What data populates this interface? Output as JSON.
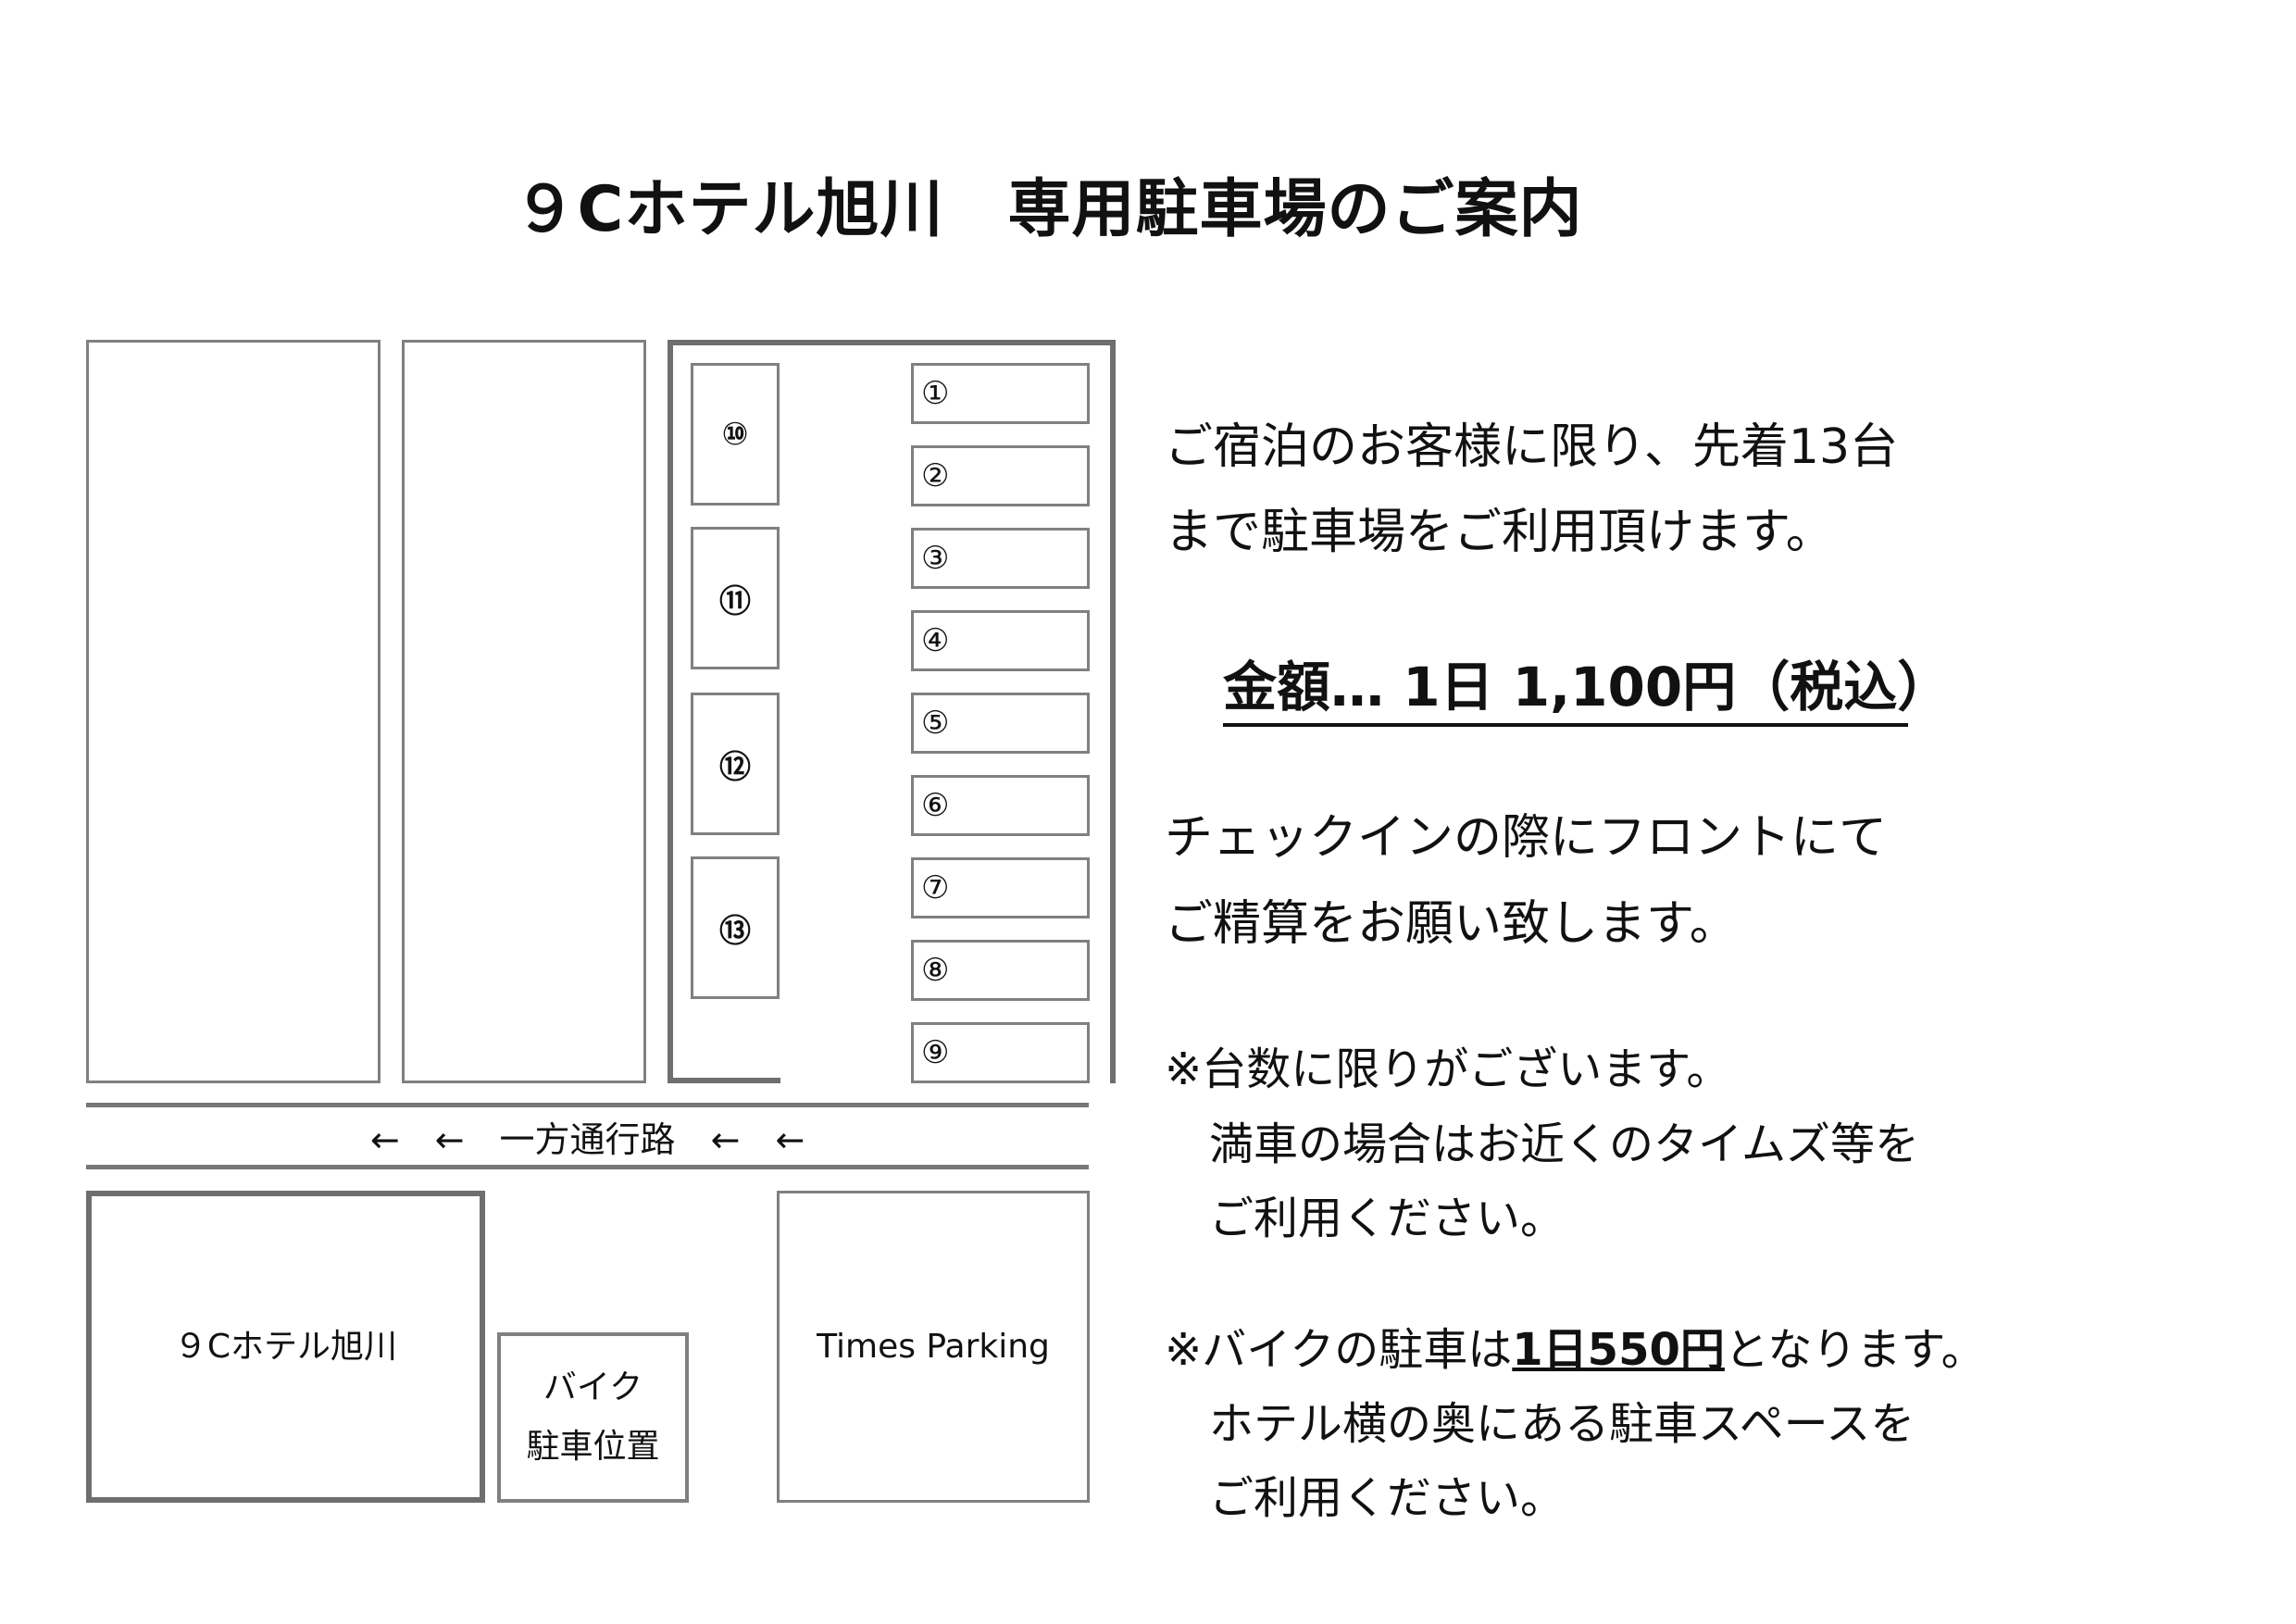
{
  "title": "９Cホテル旭川　専用駐車場のご案内",
  "map": {
    "spots_left": [
      "⑩",
      "⑪",
      "⑫",
      "⑬"
    ],
    "spots_right": [
      "①",
      "②",
      "③",
      "④",
      "⑤",
      "⑥",
      "⑦",
      "⑧",
      "⑨"
    ],
    "road_label": "←　←　一方通行路　←　←",
    "hotel_label": "９Cホテル旭川",
    "bike_label_1": "バイク",
    "bike_label_2": "駐車位置",
    "times_label": "Times Parking"
  },
  "info": {
    "line1": "ご宿泊のお客様に限り、先着13台",
    "line2": "まで駐車場をご利用頂けます。",
    "price": "金額… 1日 1,100円（税込）",
    "line3": "チェックインの際にフロントにて",
    "line4": "ご精算をお願い致します。",
    "note1_1": "※台数に限りがございます。",
    "note1_2": "満車の場合はお近くのタイムズ等を",
    "note1_3": "ご利用ください。",
    "note2_1a": "※バイクの駐車は",
    "note2_1b": "1日550円",
    "note2_1c": "となります。",
    "note2_2": "ホテル横の奥にある駐車スペースを",
    "note2_3": "ご利用ください。"
  }
}
